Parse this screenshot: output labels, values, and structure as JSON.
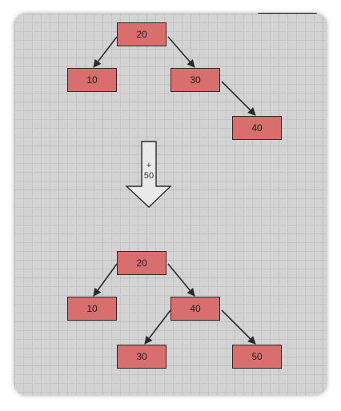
{
  "colors": {
    "node_fill": "#d96e6e",
    "node_border": "#2a2a2a",
    "edge": "#2a2a2a",
    "canvas": "#d3d3d3"
  },
  "before_tree": {
    "root": "20",
    "left": "10",
    "right": "30",
    "right_right": "40"
  },
  "transition": {
    "symbol": "+",
    "value": "50"
  },
  "after_tree": {
    "root": "20",
    "left": "10",
    "right": "40",
    "right_left": "30",
    "right_right": "50"
  }
}
